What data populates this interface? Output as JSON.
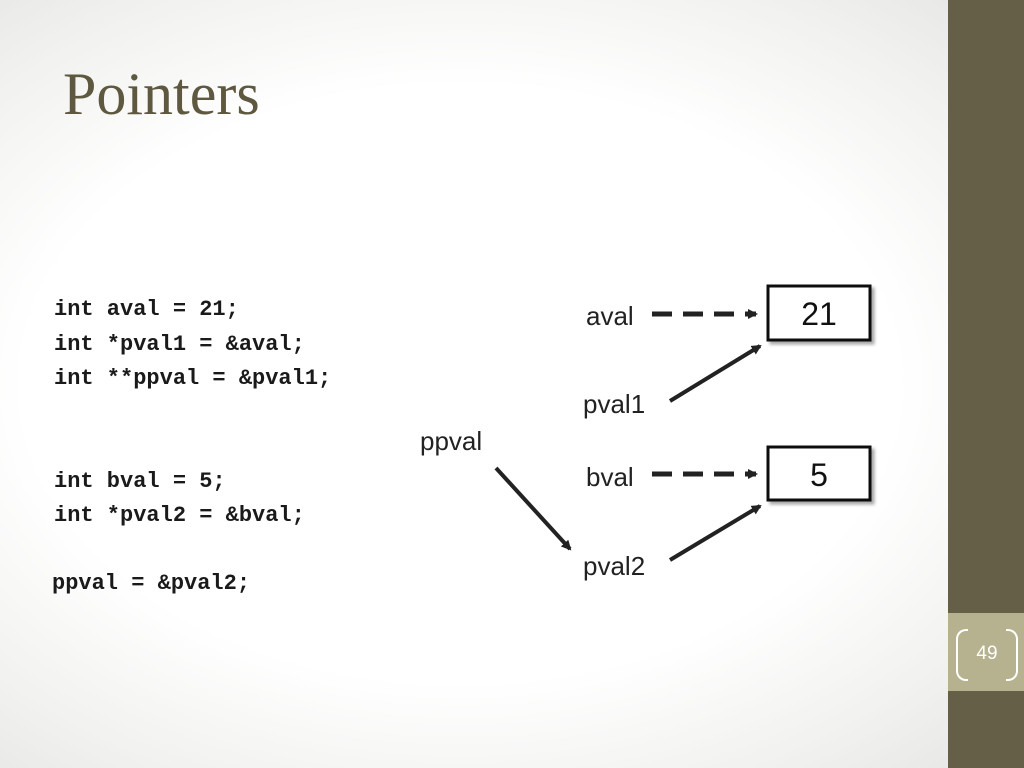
{
  "slide": {
    "title": "Pointers",
    "page_number": "49"
  },
  "code": {
    "lines": [
      "int aval = 21;",
      "int *pval1 = &aval;",
      "int **ppval = &pval1;",
      "int bval = 5;",
      "int *pval2 = &bval;",
      "ppval = &pval2;"
    ]
  },
  "diagram": {
    "labels": {
      "aval": "aval",
      "pval1": "pval1",
      "ppval": "ppval",
      "bval": "bval",
      "pval2": "pval2"
    },
    "boxes": {
      "aval_value": "21",
      "bval_value": "5"
    }
  },
  "colors": {
    "title": "#5e5840",
    "sidebar": "#665f48",
    "page_tab": "#b6b28f",
    "arrow": "#222222"
  }
}
